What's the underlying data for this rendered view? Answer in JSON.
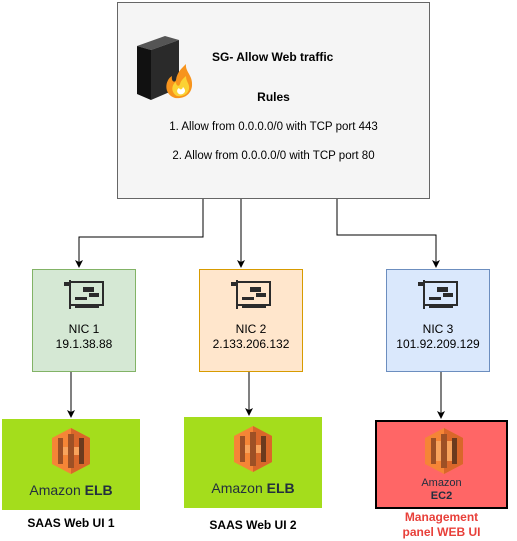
{
  "security_group": {
    "title": "SG- Allow Web traffic",
    "rules_heading": "Rules",
    "rules": [
      "1. Allow from 0.0.0.0/0 with TCP port 443",
      "2. Allow from 0.0.0.0/0 with TCP port 80"
    ],
    "icon": "firewall-icon",
    "fill_color": "#f5f5f5"
  },
  "nics": [
    {
      "name": "NIC 1",
      "ip": "19.1.38.88",
      "fill_color": "#d5e8d4",
      "icon": "network-card-icon"
    },
    {
      "name": "NIC 2",
      "ip": "2.133.206.132",
      "fill_color": "#ffe6cc",
      "icon": "network-card-icon"
    },
    {
      "name": "NIC 3",
      "ip": "101.92.209.129",
      "fill_color": "#dae8fc",
      "icon": "network-card-icon"
    }
  ],
  "services": [
    {
      "brand": "Amazon",
      "product": "ELB",
      "caption": "SAAS Web UI 1",
      "icon": "aws-elb-icon",
      "fill_color": "#a4dd1c"
    },
    {
      "brand": "Amazon",
      "product": "ELB",
      "caption": "SAAS Web UI 2",
      "icon": "aws-elb-icon",
      "fill_color": "#a4dd1c"
    },
    {
      "brand": "Amazon",
      "product": "EC2",
      "caption_line1": "Management",
      "caption_line2": "panel WEB UI",
      "icon": "aws-ec2-icon",
      "fill_color": "#ff6666",
      "caption_color": "#e8403a"
    }
  ]
}
